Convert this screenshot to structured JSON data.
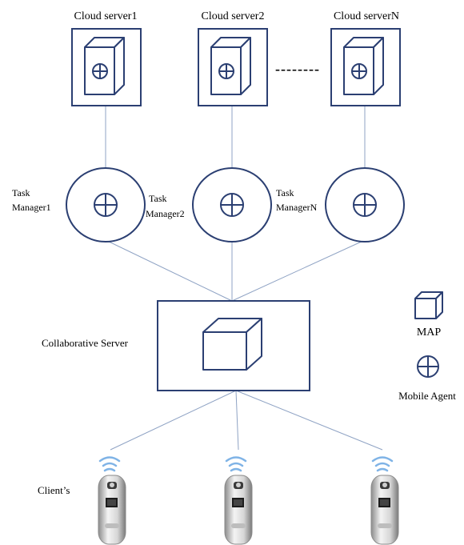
{
  "colors": {
    "box_stroke": "#2b3f72",
    "agent_stroke": "#2b3f72",
    "link_line": "#8fa3c4",
    "background": "#ffffff"
  },
  "cloud_servers": [
    {
      "label": "Cloud server1"
    },
    {
      "label": "Cloud server2"
    },
    {
      "label": "Cloud serverN"
    }
  ],
  "dashes_label": "--------",
  "task_managers": [
    {
      "label_line1": "Task",
      "label_line2": "Manager1"
    },
    {
      "label_line1": "Task",
      "label_line2": "Manager2"
    },
    {
      "label_line1": "Task",
      "label_line2": "ManagerN"
    }
  ],
  "collaborative_server": {
    "label": "Collaborative Server"
  },
  "clients": {
    "label": "Client’s",
    "count": 3
  },
  "legend": {
    "map_label": "MAP",
    "map_icon": "cube-icon",
    "agent_label": "Mobile Agent",
    "agent_icon": "circle-plus-icon"
  }
}
